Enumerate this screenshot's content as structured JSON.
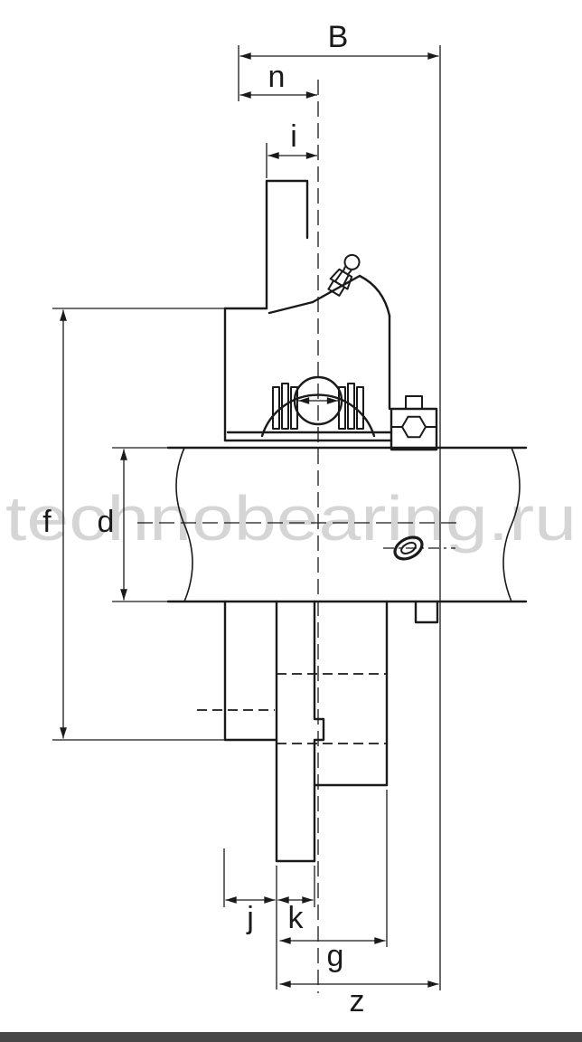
{
  "drawing": {
    "subject": "flange-mounted ball bearing unit cross-section",
    "line_color": "#1a1a1a",
    "background": "#ffffff"
  },
  "watermark": {
    "text": "technobearing.ru",
    "color": "#d5d5d5"
  },
  "footer_bar": {
    "color": "#474747"
  },
  "dims": {
    "B": "B",
    "n": "n",
    "i": "i",
    "f": "f",
    "d": "d",
    "j": "j",
    "k": "k",
    "g": "g",
    "z": "z"
  }
}
